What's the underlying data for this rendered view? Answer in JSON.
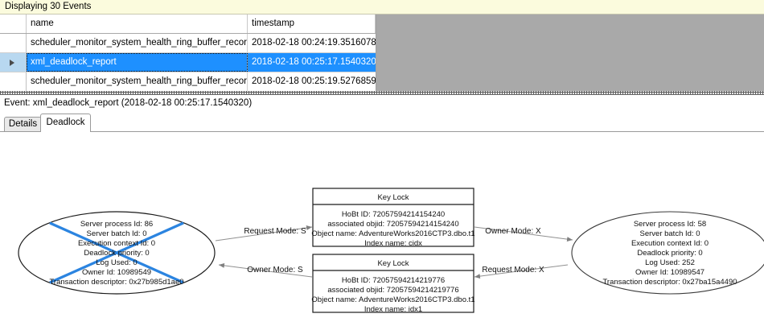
{
  "status_bar": {
    "text": "Displaying 30 Events"
  },
  "grid": {
    "columns": [
      "",
      "name",
      "timestamp"
    ],
    "rows": [
      {
        "selected": false,
        "name": "scheduler_monitor_system_health_ring_buffer_recorded",
        "timestamp": "2018-02-18 00:24:19.3516078"
      },
      {
        "selected": true,
        "name": "xml_deadlock_report",
        "timestamp": "2018-02-18 00:25:17.1540320"
      },
      {
        "selected": false,
        "name": "scheduler_monitor_system_health_ring_buffer_recorded",
        "timestamp": "2018-02-18 00:25:19.5276859"
      }
    ]
  },
  "event_header": {
    "text": "Event: xml_deadlock_report (2018-02-18 00:25:17.1540320)"
  },
  "tabs": [
    {
      "label": "Details",
      "active": false
    },
    {
      "label": "Deadlock",
      "active": true
    }
  ],
  "deadlock_graph": {
    "victim_marker_color": "#2b84e0",
    "processes": [
      {
        "id": "left-process",
        "victim": true,
        "lines": [
          "Server process Id: 86",
          "Server batch Id: 0",
          "Execution context Id: 0",
          "Deadlock priority: 0",
          "Log Used: 0",
          "Owner Id: 10989549",
          "Transaction descriptor: 0x27b985d1ae0"
        ]
      },
      {
        "id": "right-process",
        "victim": false,
        "lines": [
          "Server process Id: 58",
          "Server batch Id: 0",
          "Execution context Id: 0",
          "Deadlock priority: 0",
          "Log Used: 252",
          "Owner Id: 10989547",
          "Transaction descriptor: 0x27ba15a4490"
        ]
      }
    ],
    "resources": [
      {
        "id": "top-key-lock",
        "title": "Key Lock",
        "lines": [
          "HoBt ID: 72057594214154240",
          "associated objid: 72057594214154240",
          "Object name: AdventureWorks2016CTP3.dbo.t1",
          "Index name: cidx"
        ]
      },
      {
        "id": "bottom-key-lock",
        "title": "Key Lock",
        "lines": [
          "HoBt ID: 72057594214219776",
          "associated objid: 72057594214219776",
          "Object name: AdventureWorks2016CTP3.dbo.t1",
          "Index name: idx1"
        ]
      }
    ],
    "edges": [
      {
        "id": "edge-left-request-top",
        "label": "Request Mode: S"
      },
      {
        "id": "edge-right-owner-top",
        "label": "Owner Mode: X"
      },
      {
        "id": "edge-bottom-owner-left",
        "label": "Owner Mode: S"
      },
      {
        "id": "edge-bottom-request-right",
        "label": "Request Mode: X"
      }
    ]
  }
}
